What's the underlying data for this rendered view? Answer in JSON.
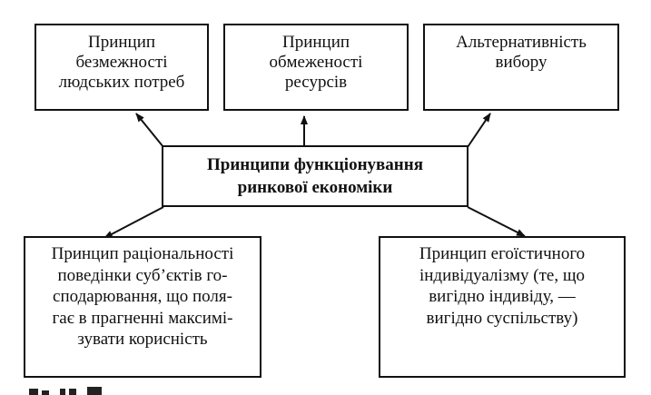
{
  "diagram": {
    "center": {
      "lines": [
        "Принципи функціонування",
        "ринкової економіки"
      ]
    },
    "top_left": {
      "lines": [
        "Принцип",
        "безмежності",
        "людських потреб"
      ]
    },
    "top_middle": {
      "lines": [
        "Принцип",
        "обмеженості",
        "ресурсів"
      ]
    },
    "top_right": {
      "lines": [
        "Альтернативність",
        "вибору"
      ]
    },
    "bottom_left": {
      "lines": [
        "Принцип раціональності",
        "поведінки суб’єктів го-",
        "сподарювання, що поля-",
        "гає в прагненні максимі-",
        "зувати корисність"
      ]
    },
    "bottom_right": {
      "lines": [
        "Принцип егоїстичного",
        "індивідуалізму (те, що",
        "вигідно індивіду, —",
        "вигідно суспільству)"
      ]
    }
  }
}
